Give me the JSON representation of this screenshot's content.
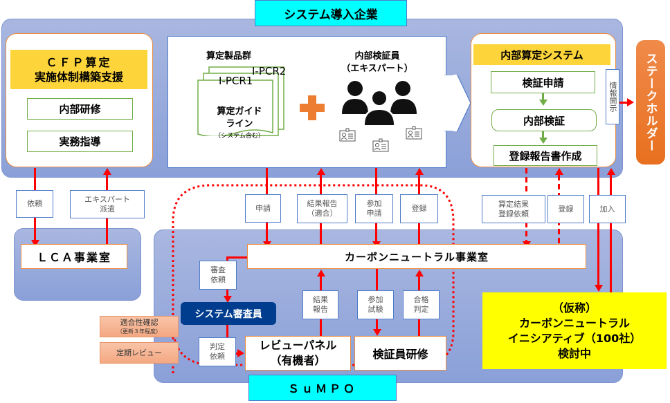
{
  "title": "システム導入企業",
  "colors": {
    "panel_blue": "#9aaee0",
    "cyan_label": "#00ffff",
    "yellow_header": "#fdd53b",
    "arrow_red": "#ff0000",
    "green_border": "#70ad47",
    "orange": "#ed7d31",
    "navy": "#003d8f",
    "yellow_box": "#ffff00"
  },
  "cfp_support": {
    "header_line1": "ＣＦＰ算定",
    "header_line2": "実施体制構築支援",
    "items": [
      "内部研修",
      "実務指導"
    ]
  },
  "products": {
    "heading": "算定製品群",
    "doc_labels": [
      "I-PCR2",
      "I-PCR1"
    ],
    "doc_main_line1": "算定ガイド",
    "doc_main_line2": "ライン",
    "doc_sub": "（システム含む）",
    "plus_icon": "plus-icon"
  },
  "verifier": {
    "title_line1": "内部検証員",
    "title_line2": "（エキスパート）",
    "icon": "people-group-icon",
    "badge_icon": "id-badge-icon"
  },
  "internal_system": {
    "header": "内部算定システム",
    "steps": [
      "検証申請",
      "内部検証",
      "登録報告書作成"
    ],
    "disclosure": "情報開示"
  },
  "stakeholder": "ステークホルダー",
  "left_labels": {
    "request": "依頼",
    "expert_dispatch": "エキスパート\n派遣"
  },
  "lca_office": "ＬＣＡ事業室",
  "mid_labels": {
    "apply": "申請",
    "result_report": "結果報告\n（適合）",
    "join_apply": "参加\n申請",
    "register": "登録",
    "calc_result_request": "算定結果\n登録依頼",
    "register2": "登録",
    "join": "加入"
  },
  "cn_office": "カーボンニュートラル事業室",
  "lower_labels": {
    "review_request": "審査\n依頼",
    "result_report": "結果\n報告",
    "join_exam": "参加\n試験",
    "pass_judge": "合格\n判定",
    "judge_request": "判定\n依頼"
  },
  "system_reviewer": "システム審査員",
  "review_panel_line1": "レビューパネル",
  "review_panel_line2": "（有機者）",
  "verifier_training": "検証員研修",
  "side_notes": {
    "conformity_line1": "適合性確認",
    "conformity_line2": "（更新３年程度）",
    "periodic_review": "定期レビュー"
  },
  "initiative": {
    "line1": "（仮称）",
    "line2": "カーボンニュートラル",
    "line3": "イニシアティブ（100社）",
    "line4": "検討中"
  },
  "sumpo": "ＳｕＭＰＯ"
}
